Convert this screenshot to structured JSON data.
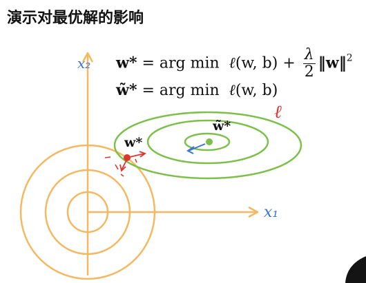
{
  "title": "演示对最优解的影响",
  "equation1": {
    "lhs": "w*",
    "eq": "=",
    "op": "arg min",
    "func": "ℓ",
    "args": "(w, b)",
    "plus": "+",
    "frac_num": "λ",
    "frac_den": "2",
    "norm": "‖w‖",
    "power": "2"
  },
  "equation2": {
    "lhs": "w̃*",
    "eq": "=",
    "op": "arg min",
    "func": "ℓ",
    "args": "(w, b)"
  },
  "labels": {
    "w_star": "w*",
    "w_tilde_star": "w̃*",
    "axis_x2": "x₂",
    "axis_x1": "x₁",
    "loss": "ℓ"
  },
  "colors": {
    "orange": "#f4b860",
    "green": "#7cc04a",
    "blue": "#3a73d6",
    "red": "#e0342f"
  }
}
